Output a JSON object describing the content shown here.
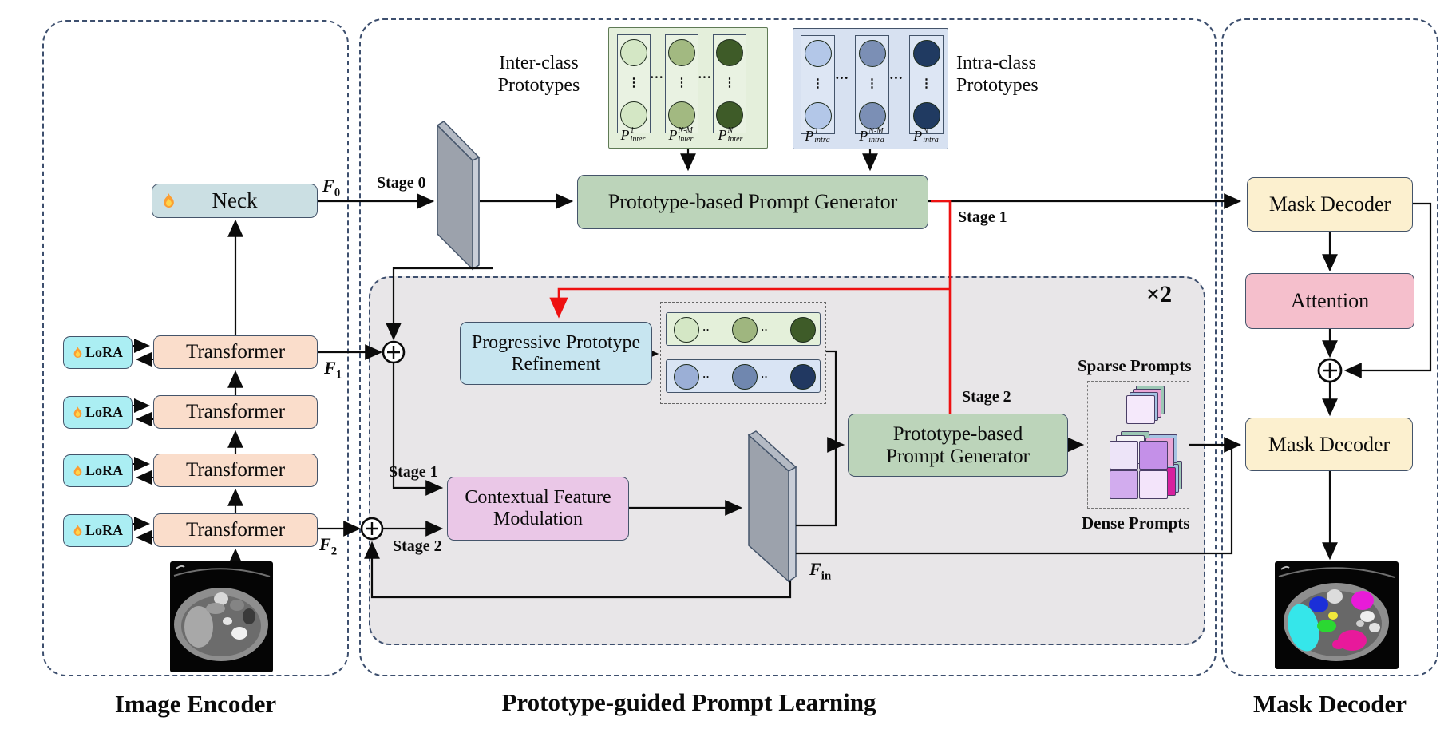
{
  "figure": {
    "panels": {
      "image_encoder": "Image Encoder",
      "prompt_learning": "Prototype-guided Prompt Learning",
      "mask_decoder": "Mask Decoder"
    }
  },
  "encoder": {
    "neck": "Neck",
    "transformer": "Transformer",
    "lora": "LoRA"
  },
  "features": {
    "f0": {
      "base": "F",
      "sub": "0"
    },
    "f1": {
      "base": "F",
      "sub": "1"
    },
    "f2": {
      "base": "F",
      "sub": "2"
    },
    "fin": {
      "base": "F",
      "sub": "in"
    }
  },
  "stages": {
    "s0": "Stage 0",
    "s1": "Stage 1",
    "s2": "Stage 2"
  },
  "prototypes": {
    "inter_title": [
      "Inter-class",
      "Prototypes"
    ],
    "intra_title": [
      "Intra-class",
      "Prototypes"
    ],
    "inter_labels": [
      {
        "base": "P",
        "sup": "1",
        "sub": "inter"
      },
      {
        "base": "P",
        "sup": "N-M",
        "sub": "inter"
      },
      {
        "base": "P",
        "sup": "N",
        "sub": "inter"
      }
    ],
    "intra_labels": [
      {
        "base": "P",
        "sup": "1",
        "sub": "intra"
      },
      {
        "base": "P",
        "sup": "N-M",
        "sub": "intra"
      },
      {
        "base": "P",
        "sup": "N",
        "sub": "intra"
      }
    ]
  },
  "blocks": {
    "prompt_generator_full": "Prototype-based Prompt Generator",
    "prompt_generator_l1": "Prototype-based",
    "prompt_generator_l2": "Prompt Generator",
    "ppr_l1": "Progressive Prototype",
    "ppr_l2": "Refinement",
    "cfm_l1": "Contextual Feature",
    "cfm_l2": "Modulation",
    "mask_decoder": "Mask Decoder",
    "attention": "Attention"
  },
  "prompts": {
    "sparse": "Sparse Prompts",
    "dense": "Dense Prompts"
  },
  "repeat_label": "×2",
  "colors": {
    "neck_fill": "#cbdfe3",
    "transformer_fill": "#faddcb",
    "lora_fill": "#abeef3",
    "generator_fill": "#bcd4ba",
    "ppr_fill": "#c7e5f0",
    "cfm_fill": "#eac7e7",
    "mask_decoder_fill": "#fcf0cf",
    "attention_fill": "#f5bfcc",
    "inner_panel_fill": "#e8e6e8",
    "red_path": "#ee1111",
    "inter_circles": [
      "#d4e7c5",
      "#a2b981",
      "#3e5b28"
    ],
    "intra_circles": [
      "#b3c7e8",
      "#7b8fb5",
      "#203a61"
    ]
  }
}
